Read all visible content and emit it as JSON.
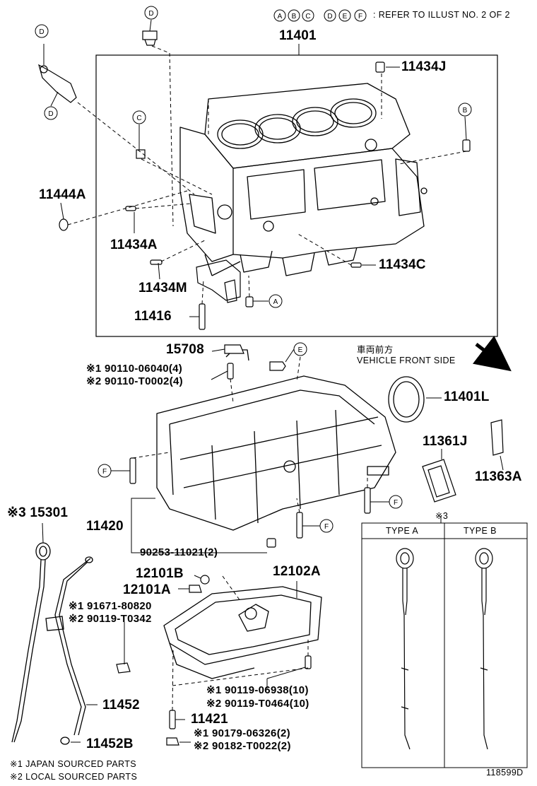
{
  "header": {
    "refer_letters": [
      "A",
      "B",
      "C",
      "D",
      "E",
      "F"
    ],
    "refer_text": ": REFER TO ILLUST NO. 2 OF 2"
  },
  "callout_letters": {
    "d1": "D",
    "d2": "D",
    "d3": "D",
    "c": "C",
    "b": "B",
    "a": "A",
    "e": "E",
    "f1": "F",
    "f2": "F",
    "f3": "F"
  },
  "parts": {
    "p11401": "11401",
    "p11434J": "11434J",
    "p11444A": "11444A",
    "p11434A": "11434A",
    "p11434M": "11434M",
    "p11434C": "11434C",
    "p11416": "11416",
    "p15708": "15708",
    "p90110_06040": "※1 90110-06040(4)",
    "p90110_T0002": "※2 90110-T0002(4)",
    "p11401L": "11401L",
    "p11361J": "11361J",
    "p11363A": "11363A",
    "p15301": "※3 15301",
    "p11420": "11420",
    "p90253": "90253-11021(2)",
    "p12101B": "12101B",
    "p12101A": "12101A",
    "p12102A": "12102A",
    "p91671": "※1 91671-80820",
    "p90119_T0342": "※2 90119-T0342",
    "p90119_06938": "※1 90119-06938(10)",
    "p90119_T0464": "※2 90119-T0464(10)",
    "p11452": "11452",
    "p11421": "11421",
    "p90179": "※1 90179-06326(2)",
    "p90182": "※2 90182-T0022(2)",
    "p11452B": "11452B"
  },
  "front_side": {
    "jp": "車両前方",
    "en": "VEHICLE FRONT SIDE"
  },
  "type_table": {
    "ref": "※3",
    "col_a": "TYPE A",
    "col_b": "TYPE B"
  },
  "footnotes": {
    "n1": "※1 JAPAN SOURCED PARTS",
    "n2": "※2 LOCAL SOURCED PARTS"
  },
  "illustration_id": "118599D"
}
